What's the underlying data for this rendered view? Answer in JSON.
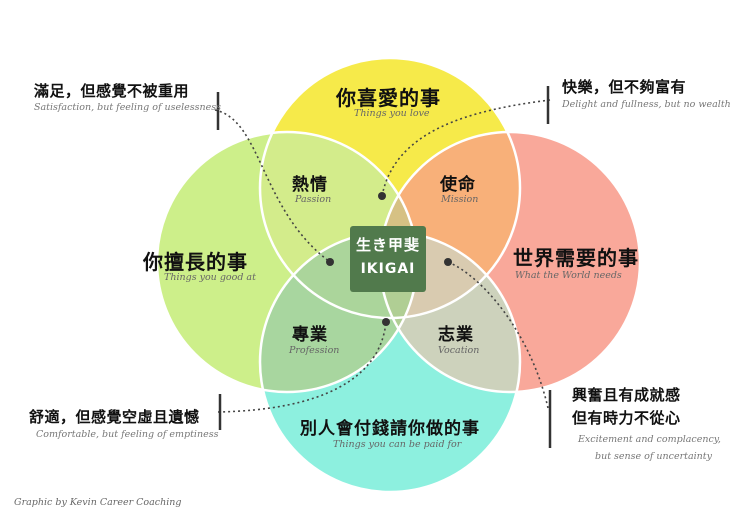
{
  "circles": {
    "love": {
      "title": "你喜愛的事",
      "subtitle": "Things you love",
      "color": "#f6ea4a"
    },
    "good": {
      "title": "你擅長的事",
      "subtitle": "Things you good at",
      "color": "#cdef8a"
    },
    "world": {
      "title": "世界需要的事",
      "subtitle": "What the World needs",
      "color": "#f9a89a"
    },
    "paid": {
      "title": "別人會付錢請你做的事",
      "subtitle": "Things you can be paid for",
      "color": "#8df0df"
    }
  },
  "overlaps": {
    "passion": {
      "title": "熱情",
      "subtitle": "Passion"
    },
    "mission": {
      "title": "使命",
      "subtitle": "Mission"
    },
    "profession": {
      "title": "專業",
      "subtitle": "Profession"
    },
    "vocation": {
      "title": "志業",
      "subtitle": "Vocation"
    }
  },
  "center": {
    "title": "生き甲斐",
    "subtitle": "IKIGAI",
    "color": "#517a4c"
  },
  "annotations": {
    "top_left": {
      "title": "滿足，但感覺不被重用",
      "subtitle": "Satisfaction, but feeling of uselessness"
    },
    "top_right": {
      "title": "快樂，但不夠富有",
      "subtitle": "Delight and fullness, but no wealth"
    },
    "bottom_left": {
      "title": "舒適，但感覺空虛且遺憾",
      "subtitle": "Comfortable, but feeling of emptiness"
    },
    "bottom_right": {
      "title_line1": "興奮且有成就感",
      "title_line2": "但有時力不從心",
      "subtitle_line1": "Excitement and complacency,",
      "subtitle_line2": "but sense of uncertainty"
    }
  },
  "credit": "Graphic by Kevin Career Coaching"
}
